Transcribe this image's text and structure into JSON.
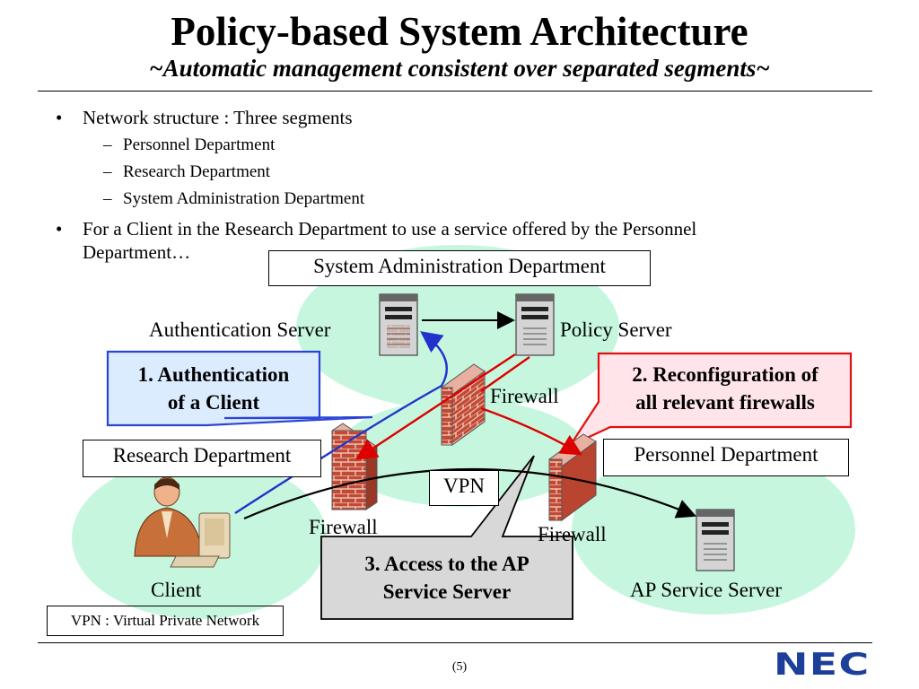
{
  "title": "Policy-based System Architecture",
  "subtitle": "~Automatic management consistent over separated segments~",
  "bullets": {
    "b1": "Network structure : Three segments",
    "b1_subs": [
      "Personnel Department",
      "Research Department",
      "System Administration Department"
    ],
    "b2_line1": "For a Client in the Research Department to use a service offered by the Personnel",
    "b2_line2": "Department…"
  },
  "segments": {
    "sysadmin": "System Administration Department",
    "research": "Research Department",
    "personnel": "Personnel Department",
    "vpn": "VPN"
  },
  "nodes": {
    "auth_server": "Authentication Server",
    "policy_server": "Policy Server",
    "firewall_top": "Firewall",
    "firewall_left": "Firewall",
    "firewall_right": "Firewall",
    "client": "Client",
    "ap_server": "AP Service Server"
  },
  "callouts": {
    "c1_line1": "1. Authentication",
    "c1_line2": "of a Client",
    "c2_line1": "2. Reconfiguration of",
    "c2_line2": "all relevant firewalls",
    "c3_line1": "3. Access to the AP",
    "c3_line2": "Service Server"
  },
  "legend": "VPN : Virtual Private Network",
  "footer": {
    "page": "(5)",
    "logo": "NEC"
  },
  "colors": {
    "segment_fill": "#c6f7de",
    "callout1_fill": "#dcecff",
    "callout1_border": "#2a44d8",
    "callout2_fill": "#ffe4ea",
    "callout2_border": "#e01010",
    "callout3_fill": "#d8d8d8",
    "arrow_blue": "#2233cc",
    "arrow_red": "#dd0000",
    "logo": "#1c3f9a"
  }
}
